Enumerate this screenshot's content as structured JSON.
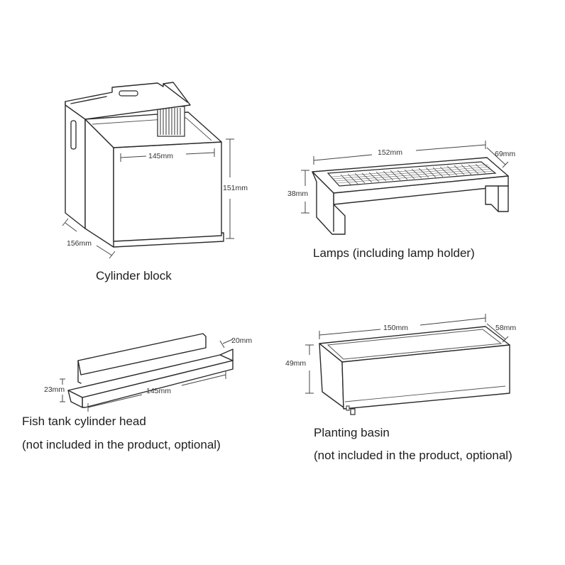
{
  "cylinder_block": {
    "caption": "Cylinder block",
    "width": "145mm",
    "height": "151mm",
    "depth": "156mm"
  },
  "lamps": {
    "caption": "Lamps (including lamp holder)",
    "length": "152mm",
    "depth": "69mm",
    "height": "38mm"
  },
  "cylinder_head": {
    "caption_line1": "Fish tank cylinder head",
    "caption_line2": "(not included in the product, optional)",
    "length": "145mm",
    "depth": "20mm",
    "height": "23mm"
  },
  "planting_basin": {
    "caption_line1": "Planting basin",
    "caption_line2": "(not included in the product, optional)",
    "length": "150mm",
    "depth": "58mm",
    "height": "49mm"
  }
}
